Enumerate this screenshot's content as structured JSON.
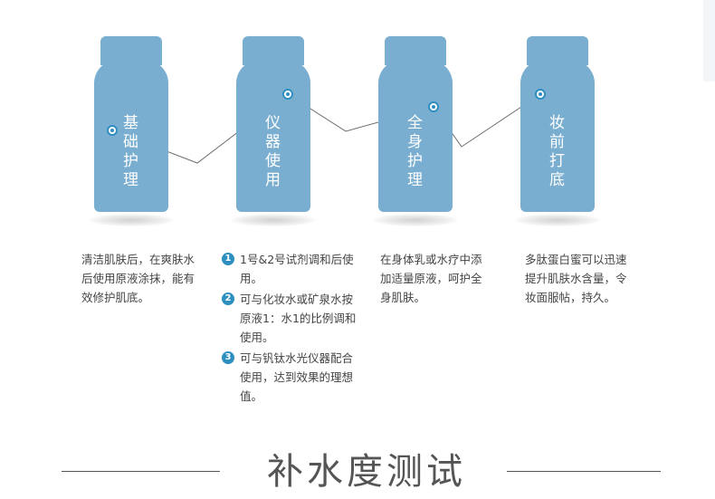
{
  "bottles": [
    {
      "label": "基\n础\n护\n理"
    },
    {
      "label": "仪\n器\n使\n用"
    },
    {
      "label": "全\n身\n护\n理"
    },
    {
      "label": "妆\n前\n打\n底"
    }
  ],
  "descriptions": {
    "col1": "清洁肌肤后，在爽肤水后使用原液涂抹，能有效修护肌底。",
    "col2_steps": [
      {
        "num": "1",
        "text": "1号&2号试剂调和后使用。"
      },
      {
        "num": "2",
        "text": "可与化妆水或矿泉水按原液1：水1的比例调和使用。"
      },
      {
        "num": "3",
        "text": "可与钒钛水光仪器配合使用，达到效果的理想值。"
      }
    ],
    "col3": "在身体乳或水疗中添加适量原液，呵护全身肌肤。",
    "col4": "多肽蛋白蜜可以迅速提升肌肤水含量，令妆面服帖，持久。"
  },
  "section_title": "补水度测试",
  "colors": {
    "bottle": "#7aaed0",
    "accent": "#2d8fbf",
    "text": "#444444"
  }
}
